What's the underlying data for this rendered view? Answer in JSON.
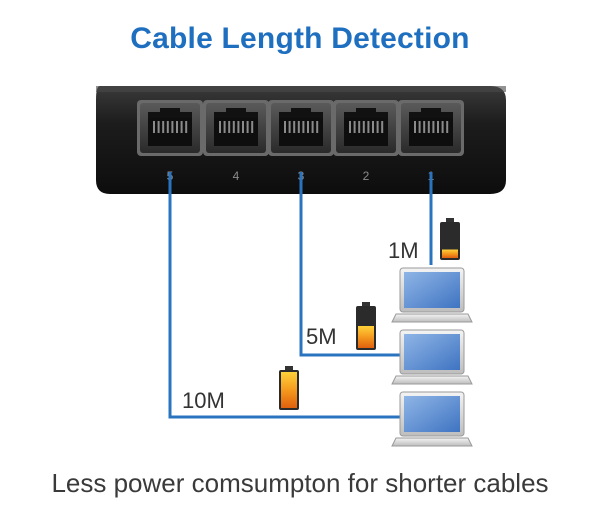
{
  "title": "Cable Length Detection",
  "caption": "Less power comsumpton for  shorter cables",
  "colors": {
    "title": "#1e6fbf",
    "cable": "#2a74bf",
    "switch_body": "#1a1a1a",
    "battery_fill": "#f08a1a",
    "laptop_screen": "#5a8ed1"
  },
  "ports": [
    "5",
    "4",
    "3",
    "2",
    "1"
  ],
  "connections": [
    {
      "port": "1",
      "length_label": "1M",
      "battery_level": 0.25
    },
    {
      "port": "3",
      "length_label": "5M",
      "battery_level": 0.55
    },
    {
      "port": "5",
      "length_label": "10M",
      "battery_level": 1.0
    }
  ]
}
